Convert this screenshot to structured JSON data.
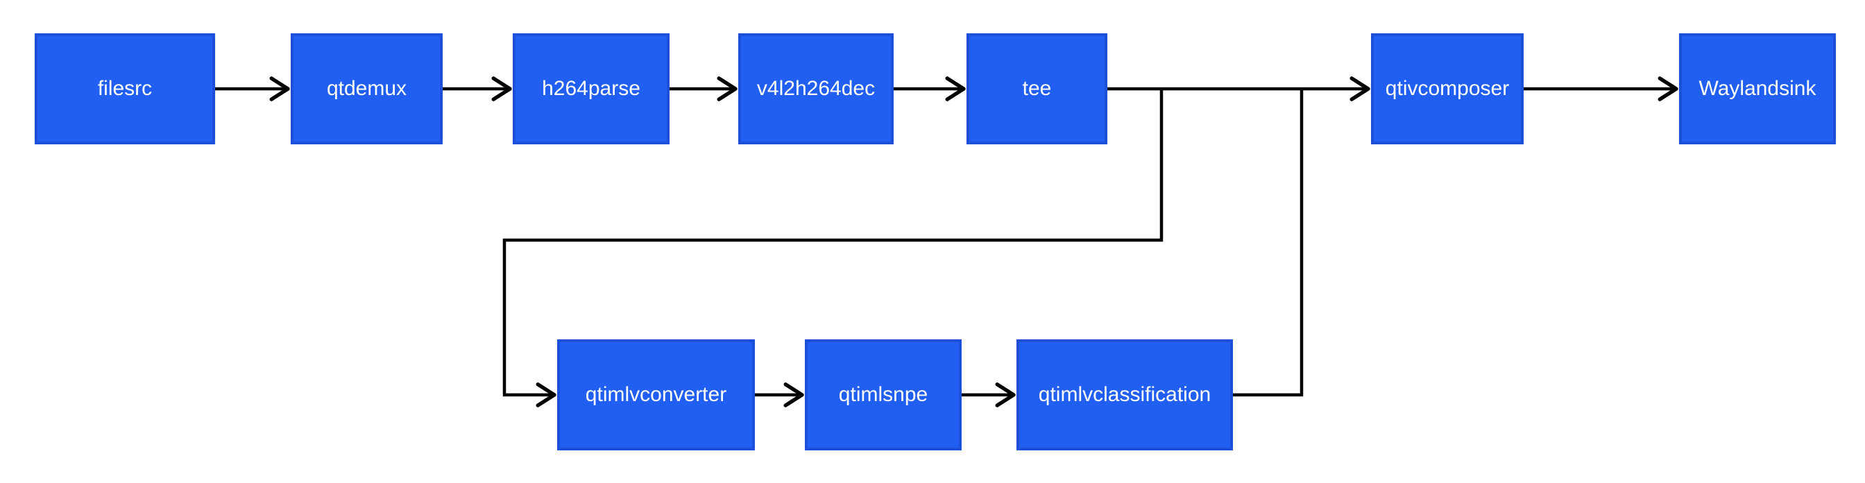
{
  "diagram": {
    "kind": "pipeline-flow-diagram",
    "background": "#ffffff",
    "nodes": [
      {
        "id": "filesrc",
        "label": "filesrc"
      },
      {
        "id": "qtdemux",
        "label": "qtdemux"
      },
      {
        "id": "h264parse",
        "label": "h264parse"
      },
      {
        "id": "v4l2h264dec",
        "label": "v4l2h264dec"
      },
      {
        "id": "tee",
        "label": "tee"
      },
      {
        "id": "qtivcomposer",
        "label": "qtivcomposer"
      },
      {
        "id": "waylandsink",
        "label": "Waylandsink"
      },
      {
        "id": "qtimlvconverter",
        "label": "qtimlvconverter"
      },
      {
        "id": "qtimlsnpe",
        "label": "qtimlsnpe"
      },
      {
        "id": "qtimlvclassification",
        "label": "qtimlvclassification"
      }
    ],
    "edges": [
      {
        "from": "filesrc",
        "to": "qtdemux"
      },
      {
        "from": "qtdemux",
        "to": "h264parse"
      },
      {
        "from": "h264parse",
        "to": "v4l2h264dec"
      },
      {
        "from": "v4l2h264dec",
        "to": "tee"
      },
      {
        "from": "tee",
        "to": "qtivcomposer"
      },
      {
        "from": "qtivcomposer",
        "to": "Waylandsink"
      },
      {
        "from": "tee",
        "to": "qtimlvconverter"
      },
      {
        "from": "qtimlvconverter",
        "to": "qtimlsnpe"
      },
      {
        "from": "qtimlsnpe",
        "to": "qtimlvclassification"
      },
      {
        "from": "qtimlvclassification",
        "to": "qtivcomposer"
      }
    ],
    "colors": {
      "node_fill": "#215ff2",
      "node_border": "#1d50d8",
      "node_label_text": "#ffffff",
      "connector": "#000000"
    }
  }
}
